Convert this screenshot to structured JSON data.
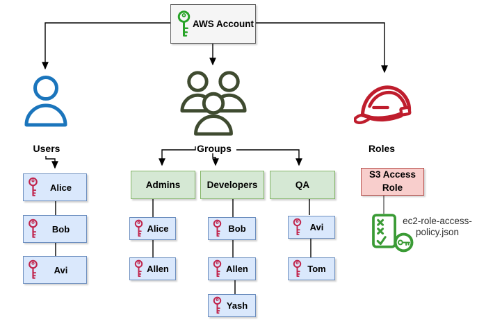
{
  "account": {
    "label": "AWS Account",
    "icon": "key-icon"
  },
  "sections": {
    "users": {
      "label": "Users",
      "icon": "user-icon",
      "member_icon": "key-icon",
      "members": [
        "Alice",
        "Bob",
        "Avi"
      ]
    },
    "groups": {
      "label": "Groups",
      "icon": "user-group-icon",
      "member_icon": "key-icon",
      "teams": [
        {
          "name": "Admins",
          "members": [
            "Alice",
            "Allen"
          ]
        },
        {
          "name": "Developers",
          "members": [
            "Bob",
            "Allen",
            "Yash"
          ]
        },
        {
          "name": "QA",
          "members": [
            "Avi",
            "Tom"
          ]
        }
      ]
    },
    "roles": {
      "label": "Roles",
      "icon": "hard-hat-icon",
      "role_name": "S3 Access Role",
      "policy_icon": "policy-document-icon",
      "policy_file": "ec2-role-access-policy.json"
    }
  },
  "colors": {
    "user_blue": "#1b75bc",
    "group_olive": "#3f4b30",
    "role_red": "#bf1d2d",
    "key_crimson": "#c0234b",
    "key_green": "#27a327",
    "policy_green": "#3a9b35",
    "blue_fill": "#dae8fc",
    "blue_border": "#6c8ebf",
    "green_fill": "#d5e8d4",
    "green_border": "#82b366",
    "pink_fill": "#f8cecc",
    "pink_border": "#b85450",
    "account_fill": "#f5f5f5",
    "account_border": "#666666",
    "wire_black": "#000000",
    "wire_gray": "#8f8f8f"
  }
}
